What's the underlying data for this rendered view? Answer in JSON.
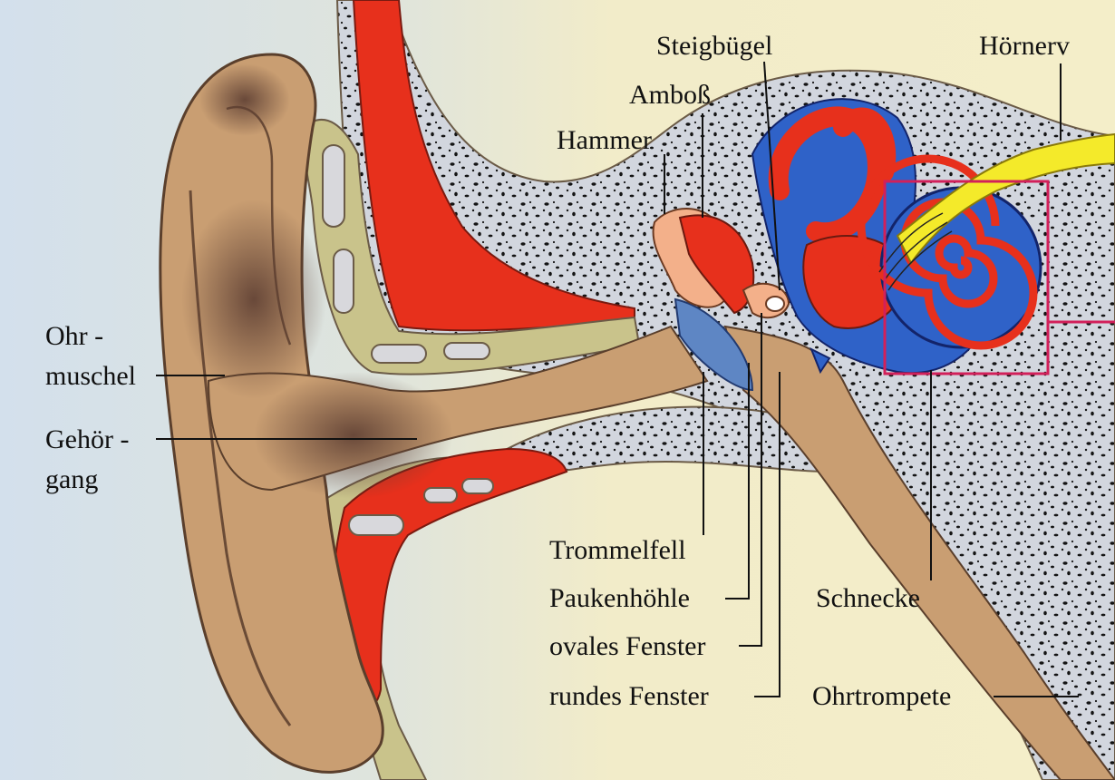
{
  "labels": {
    "ohr_line1": "Ohr -",
    "ohr_line2": "muschel",
    "gehoer_line1": "Gehör -",
    "gehoer_line2": "gang",
    "hammer": "Hammer",
    "amboss": "Amboß",
    "steigbuegel": "Steigbügel",
    "hoernerv": "Hörnerv",
    "trommelfell": "Trommelfell",
    "paukenhoehle": "Paukenhöhle",
    "ovales_fenster": "ovales Fenster",
    "rundes_fenster": "rundes Fenster",
    "schnecke": "Schnecke",
    "ohrtrompete": "Ohrtrompete"
  },
  "colors": {
    "background_left": "#d9e4ec",
    "background_right": "#f3edc9",
    "skin": "#c99e72",
    "skin_shadow": "#7c5a44",
    "cartilage": "#c9c38b",
    "bone": "#d2d6de",
    "blood_red": "#e7301c",
    "labyrinth_blue": "#2f62c8",
    "nerve_yellow": "#f4ea2a",
    "highlight_box": "#d2205a",
    "eardrum": "#5e86c4",
    "ossicle_pink": "#f3b08a"
  }
}
